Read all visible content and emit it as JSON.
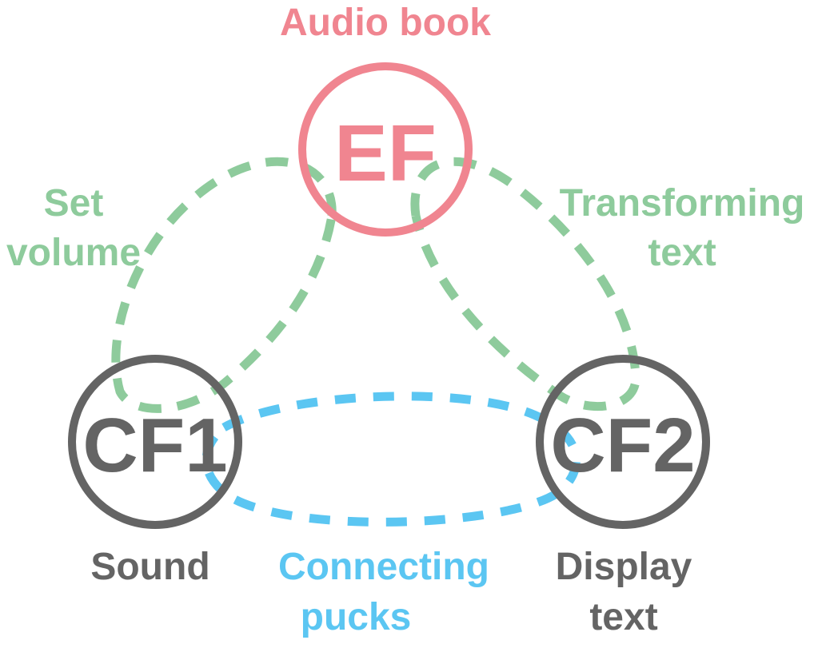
{
  "colors": {
    "ef": "#f08590",
    "cf": "#646464",
    "green": "#8ecb9c",
    "blue": "#5bc6f2"
  },
  "nodes": {
    "ef": {
      "label": "EF",
      "caption": "Audio book"
    },
    "cf1": {
      "label": "CF1",
      "caption": "Sound"
    },
    "cf2": {
      "label": "CF2",
      "caption_line1": "Display",
      "caption_line2": "text"
    }
  },
  "edges": {
    "set_volume": {
      "line1": "Set",
      "line2": "volume"
    },
    "transforming_text": {
      "line1": "Transforming",
      "line2": "text"
    },
    "connecting_pucks": {
      "line1": "Connecting",
      "line2": "pucks"
    }
  }
}
